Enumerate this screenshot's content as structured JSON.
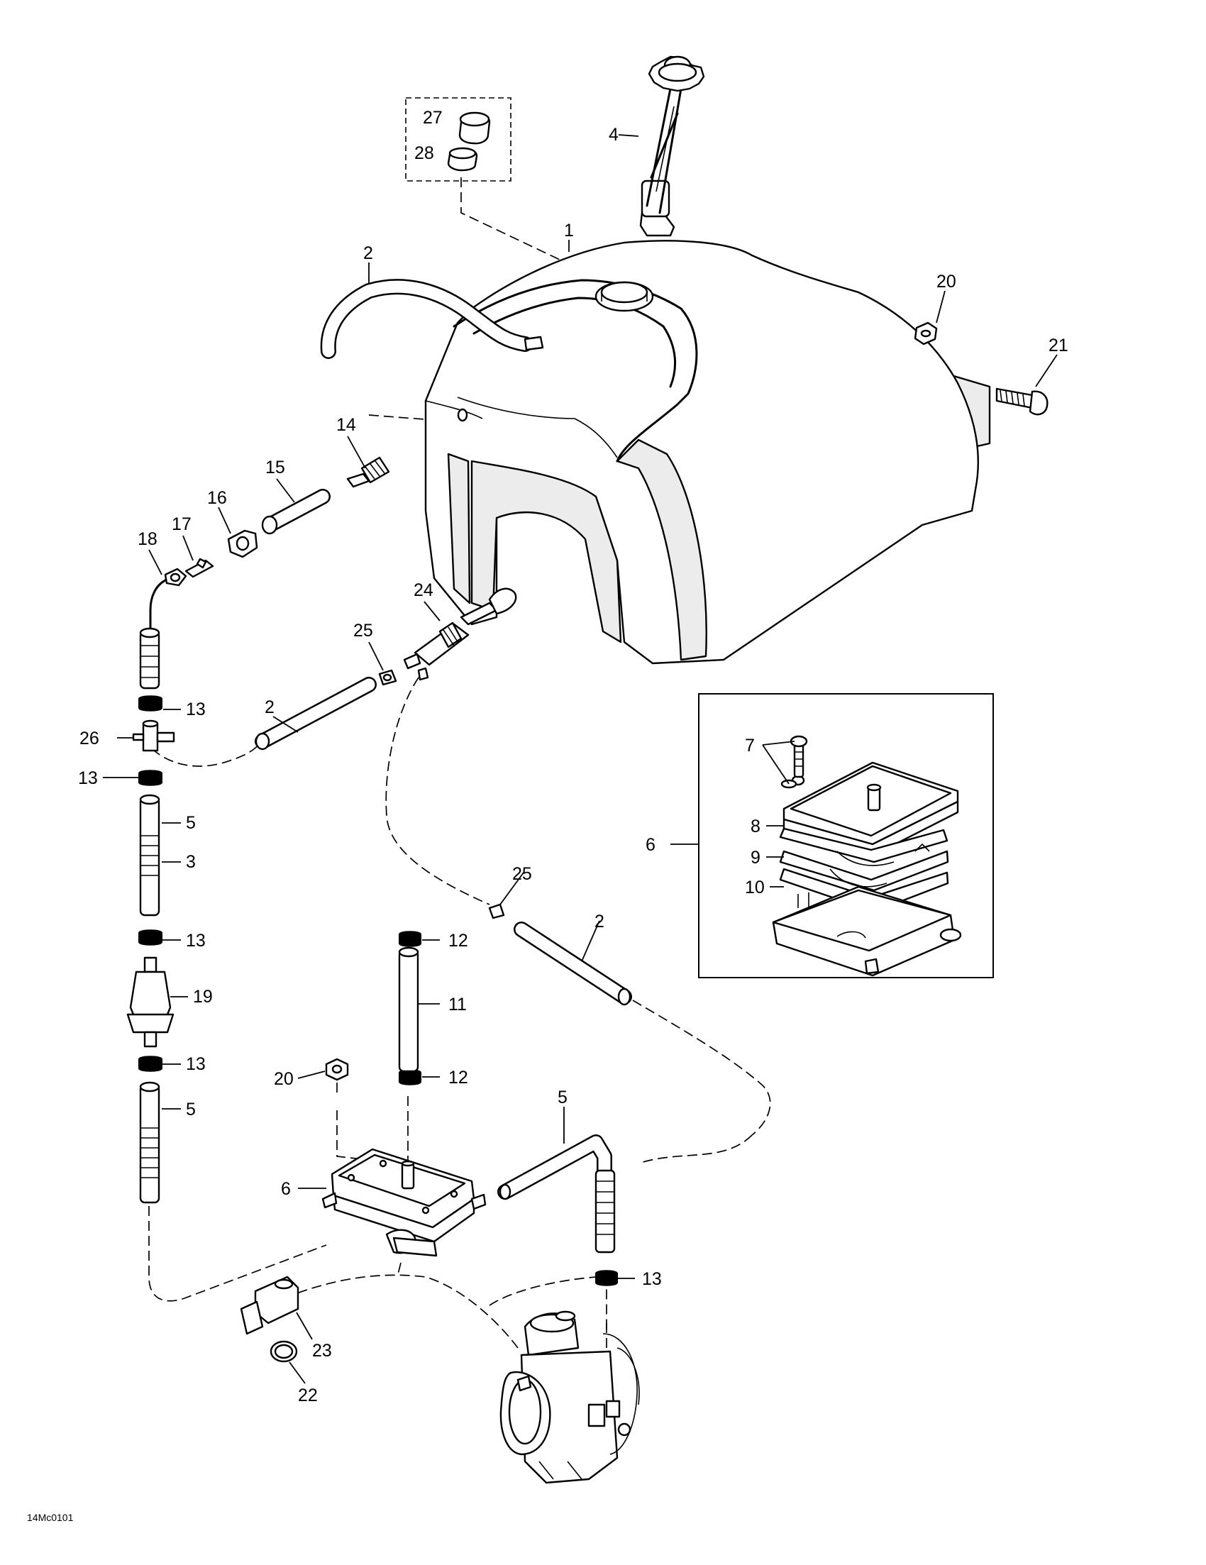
{
  "diagram": {
    "reference_code": "14Mc0101",
    "callouts": {
      "c1": "1",
      "c2": "2",
      "c3": "3",
      "c4": "4",
      "c5": "5",
      "c6": "6",
      "c7": "7",
      "c8": "8",
      "c9": "9",
      "c10": "10",
      "c11": "11",
      "c12": "12",
      "c13": "13",
      "c14": "14",
      "c15": "15",
      "c16": "16",
      "c17": "17",
      "c18": "18",
      "c19": "19",
      "c20": "20",
      "c21": "21",
      "c22": "22",
      "c23": "23",
      "c24": "24",
      "c25": "25",
      "c26": "26",
      "c27": "27",
      "c28": "28"
    }
  }
}
